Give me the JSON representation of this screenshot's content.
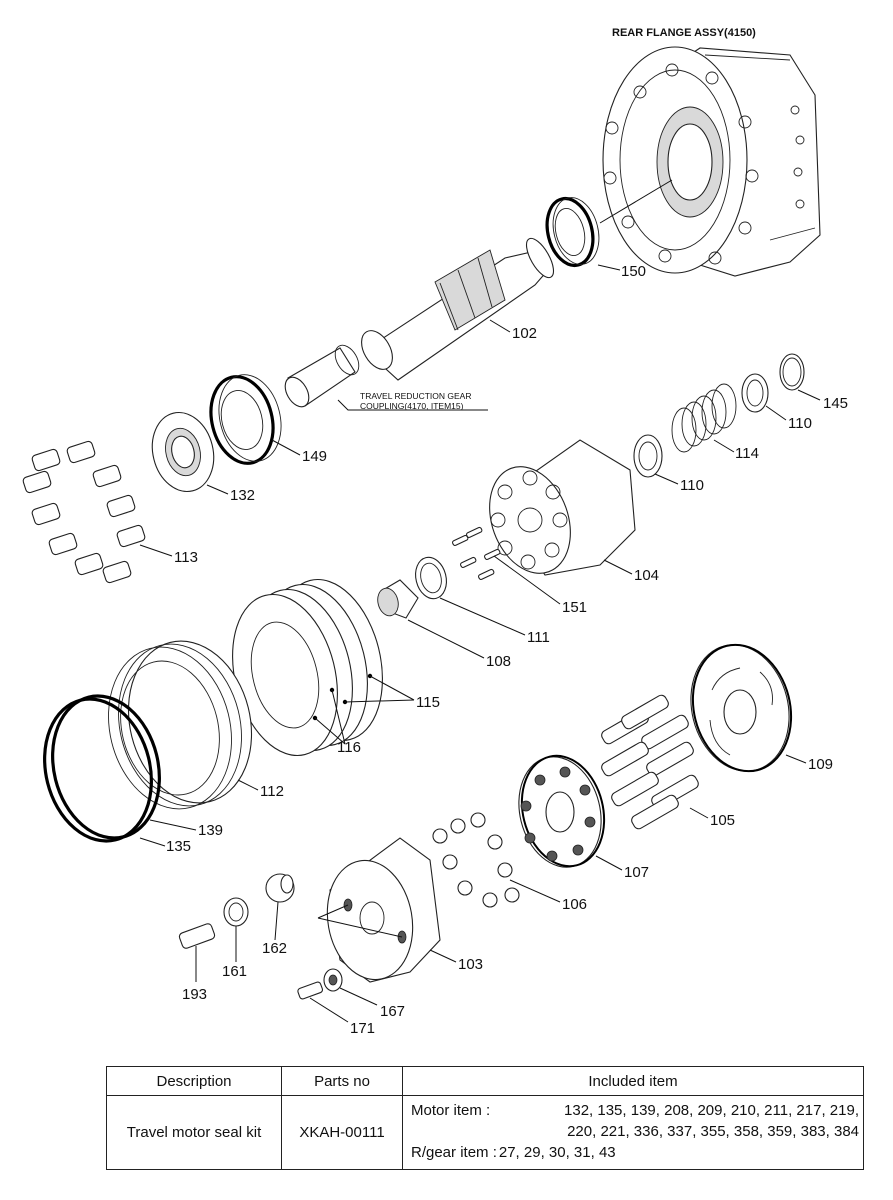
{
  "diagram": {
    "header_label": "REAR FLANGE ASSY(4150)",
    "coupling_note_line1": "TRAVEL REDUCTION GEAR",
    "coupling_note_line2": "COUPLING(4170, ITEM15)",
    "callouts": {
      "c150": "150",
      "c102": "102",
      "c145": "145",
      "c110a": "110",
      "c110b": "110",
      "c114": "114",
      "c149": "149",
      "c132": "132",
      "c113": "113",
      "c104": "104",
      "c151": "151",
      "c111": "111",
      "c108": "108",
      "c115": "115",
      "c116": "116",
      "c112": "112",
      "c139": "139",
      "c135": "135",
      "c109": "109",
      "c105": "105",
      "c107": "107",
      "c106": "106",
      "c103": "103",
      "c162": "162",
      "c161": "161",
      "c193": "193",
      "c167": "167",
      "c171": "171"
    }
  },
  "table": {
    "headers": {
      "description": "Description",
      "parts_no": "Parts no",
      "included": "Included item"
    },
    "row": {
      "description": "Travel motor seal kit",
      "parts_no": "XKAH-00111",
      "motor_label": "Motor item :",
      "motor_items_line1": "132, 135, 139, 208, 209, 210, 211, 217, 219,",
      "motor_items_line2": "220, 221, 336, 337, 355, 358, 359, 383, 384",
      "rgear_label": "R/gear item :",
      "rgear_items": "27, 29, 30, 31, 43"
    }
  }
}
